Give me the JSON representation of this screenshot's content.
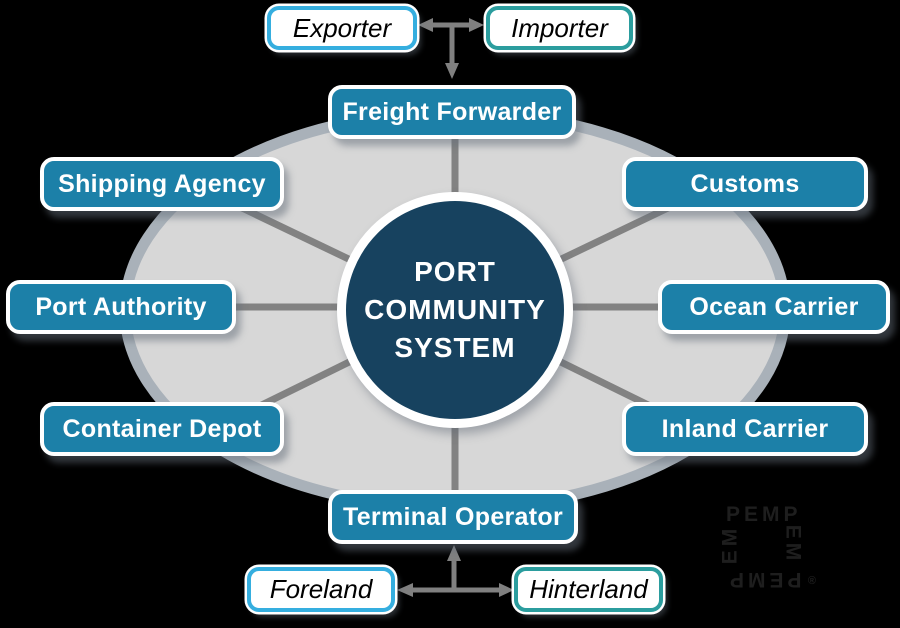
{
  "diagram_title": "Port Community System",
  "colors": {
    "bg": "#000000",
    "ellipse-fill": "#d7d7d7",
    "ellipse-rim": "#a9b1b9",
    "spoke": "#828282",
    "arrow": "#808080",
    "node-fill": "#1c80a8",
    "node-border": "#ffffff",
    "node-text": "#ffffff",
    "hub-fill": "#17425f",
    "hub-ring": "#ffffff",
    "hub-text": "#ffffff",
    "external-fill": "#ffffff",
    "external-text": "#000000",
    "external-border-blue": "#35aedf",
    "external-border-teal": "#2b9d9e",
    "logo-ink": "#1e1e1e"
  },
  "hub": {
    "lines": [
      "PORT",
      "COMMUNITY",
      "SYSTEM"
    ]
  },
  "stakeholders": [
    {
      "label": "Freight Forwarder"
    },
    {
      "label": "Customs"
    },
    {
      "label": "Ocean Carrier"
    },
    {
      "label": "Inland Carrier"
    },
    {
      "label": "Terminal Operator"
    },
    {
      "label": "Container Depot"
    },
    {
      "label": "Port Authority"
    },
    {
      "label": "Shipping Agency"
    }
  ],
  "externals": [
    {
      "label": "Exporter"
    },
    {
      "label": "Importer"
    },
    {
      "label": "Foreland"
    },
    {
      "label": "Hinterland"
    }
  ],
  "logo": {
    "word": "PEMP",
    "side": "EM",
    "registered": "®"
  }
}
